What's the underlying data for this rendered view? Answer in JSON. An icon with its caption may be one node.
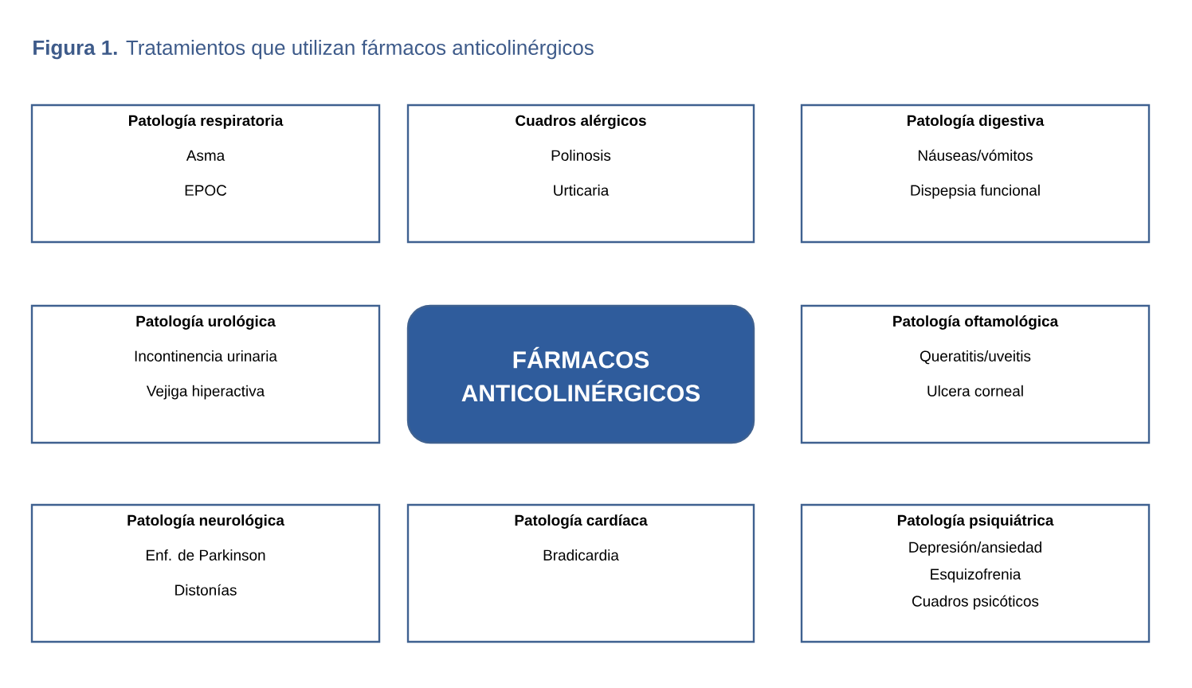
{
  "diagram": {
    "title": "**Figura 1.** Tratamientos que utilizan fármacos anticolinérgicos",
    "nodes": [
      {
        "text": [
          "Patología respiratoria",
          "Asma",
          "EPOC"
        ]
      },
      {
        "text": [
          "Cuadros alérgicos",
          "Polinosis",
          "Urticaria"
        ]
      },
      {
        "text": [
          "Patología digestiva",
          "Náuseas/vómitos",
          "Dispepsia funcional"
        ]
      },
      {
        "text": [
          "Patología urológica",
          "Incontinencia urinaria",
          "Vejiga hiperactiva"
        ]
      },
      {
        "text": [
          "FÁRMACOS ANTICOLINÉRGICOS"
        ]
      },
      {
        "text": [
          "Patología oftamológica",
          "Queratitis/uveitis",
          "Ulcera corneal"
        ]
      },
      {
        "text": [
          "Patología neurológica",
          "Enf. de Parkinson",
          "Distonías"
        ]
      },
      {
        "text": [
          "Patología cardíaca",
          "Bradicardia"
        ]
      },
      {
        "text": [
          "Patología psiquiátrica",
          "Depresión/ansiedad",
          "Esquizofrenia",
          "Cuadros psicóticos"
        ]
      }
    ]
  }
}
